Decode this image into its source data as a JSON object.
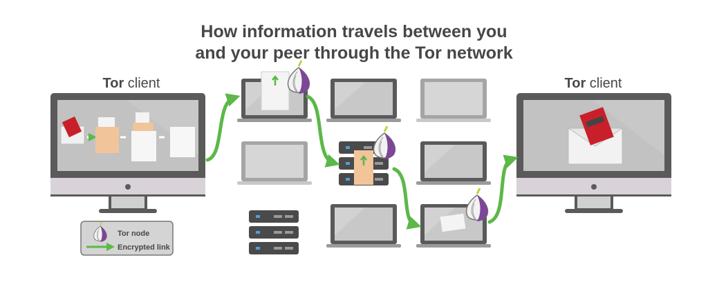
{
  "title": {
    "line1": "How information travels between you",
    "line2": "and your peer through the Tor network"
  },
  "left_client": {
    "bold": "Tor",
    "rest": " client"
  },
  "right_client": {
    "bold": "Tor",
    "rest": " client"
  },
  "legend": {
    "node_label": "Tor node",
    "link_label": "Encrypted link"
  },
  "colors": {
    "link": "#5cb848",
    "onion": "#7d4698",
    "frame": "#5a5a5a",
    "screen": "#c8c8c8",
    "letter": "#c8202a",
    "envelope_inner": "#f2c49a"
  }
}
